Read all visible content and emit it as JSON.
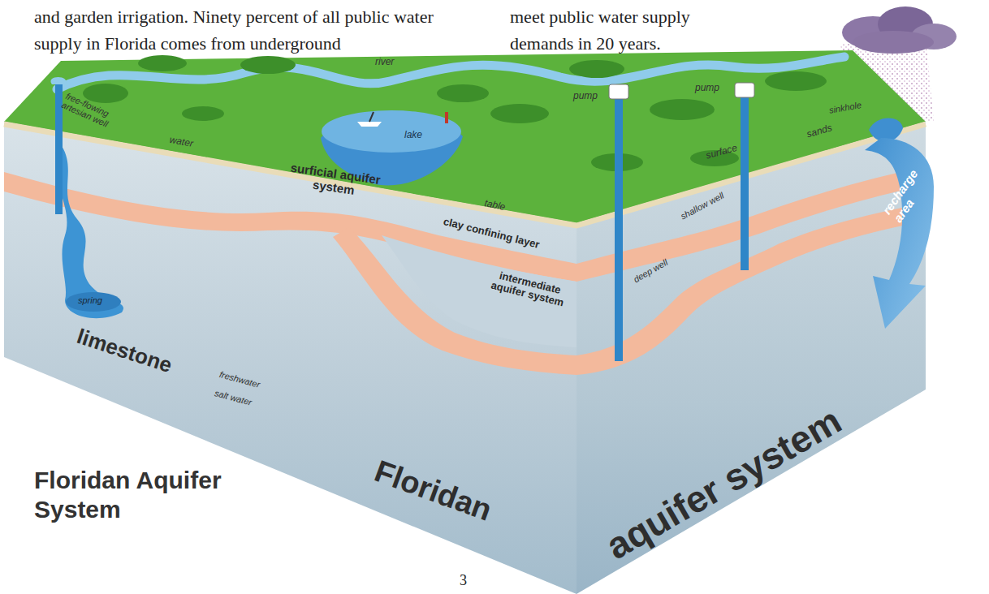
{
  "diagram": {
    "title": "Floridan Aquifer System",
    "labels": [
      "and garden irrigation. Ninety percent of all public water supply in Florida comes from underground",
      "meet public water supply demands in 20 years.",
      "free-flowing artesian well",
      "water",
      "table",
      "river",
      "lake",
      "spring",
      "surficial aquifer system",
      "pump",
      "pump",
      "surface",
      "sands",
      "sinkhole",
      "recharge area",
      "shallow well",
      "clay confining layer",
      "intermediate aquifer system",
      "deep well",
      "limestone",
      "freshwater",
      "salt water",
      "Floridan",
      "aquifer system",
      "3"
    ]
  }
}
